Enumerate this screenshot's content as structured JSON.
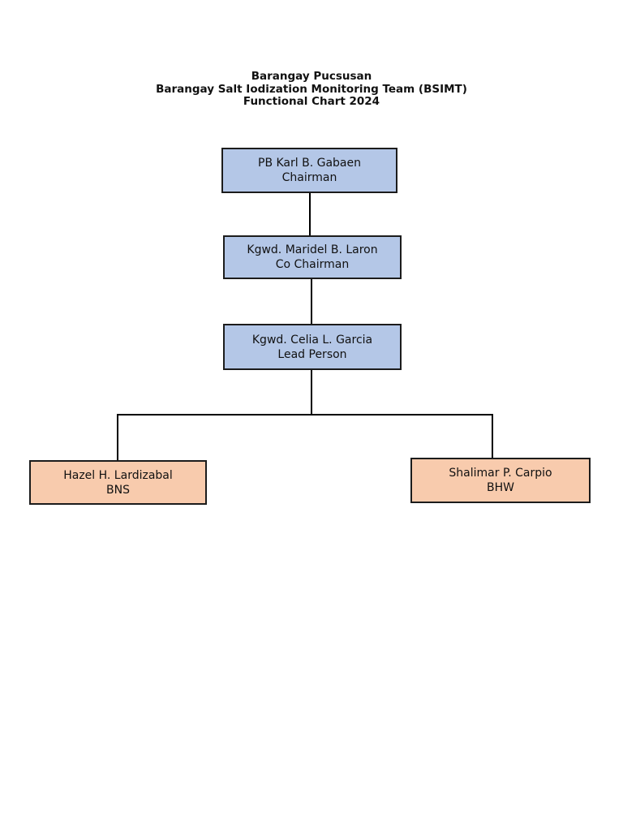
{
  "title": {
    "line1": "Barangay Pucsusan",
    "line2": "Barangay Salt Iodization Monitoring Team (BSIMT)",
    "line3": "Functional Chart 2024"
  },
  "org_chart": {
    "type": "org-chart",
    "nodes": [
      {
        "id": "chairman",
        "name": "PB Karl B. Gabaen",
        "role": "Chairman",
        "fill": "#b4c7e7",
        "level": 1
      },
      {
        "id": "co_chairman",
        "name": "Kgwd. Maridel B. Laron",
        "role": "Co Chairman",
        "fill": "#b4c7e7",
        "level": 2
      },
      {
        "id": "lead_person",
        "name": "Kgwd. Celia L. Garcia",
        "role": "Lead Person",
        "fill": "#b4c7e7",
        "level": 3
      },
      {
        "id": "bns",
        "name": "Hazel H. Lardizabal",
        "role": "BNS",
        "fill": "#f8cbad",
        "level": 4
      },
      {
        "id": "bhw",
        "name": "Shalimar P. Carpio",
        "role": "BHW",
        "fill": "#f8cbad",
        "level": 4
      }
    ],
    "edges": [
      {
        "from": "chairman",
        "to": "co_chairman"
      },
      {
        "from": "co_chairman",
        "to": "lead_person"
      },
      {
        "from": "lead_person",
        "to": "bns"
      },
      {
        "from": "lead_person",
        "to": "bhw"
      }
    ],
    "colors": {
      "chain_fill": "#b4c7e7",
      "leaf_fill": "#f8cbad",
      "border": "#1c1c1c",
      "connector": "#000000",
      "text": "#111111",
      "page_background": "#ffffff"
    }
  }
}
